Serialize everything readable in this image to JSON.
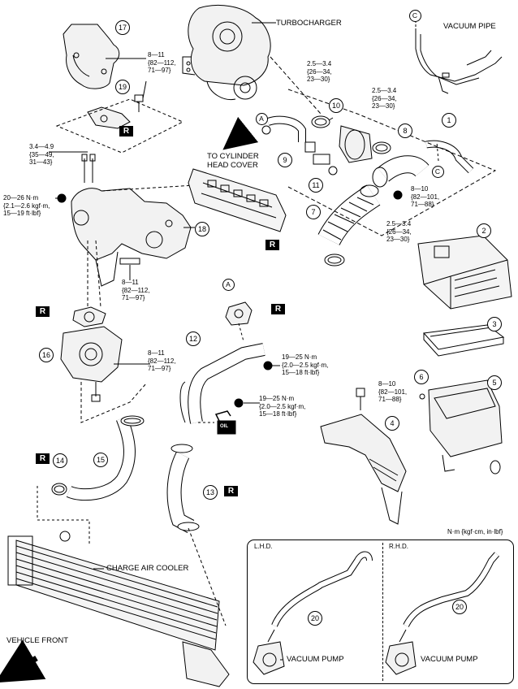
{
  "labels": {
    "turbocharger": "TURBOCHARGER",
    "vacuum_pipe": "VACUUM PIPE",
    "to_cylinder_head_cover": "TO CYLINDER\nHEAD COVER",
    "charge_air_cooler": "CHARGE AIR COOLER",
    "vehicle_front": "VEHICLE FRONT",
    "vacuum_pump_lhd": "VACUUM PUMP",
    "vacuum_pump_rhd": "VACUUM PUMP",
    "lhd": "L.H.D.",
    "rhd": "R.H.D.",
    "units": "N·m {kgf·cm, in·lbf}",
    "oil": "OIL"
  },
  "torques": {
    "t17": "8—11\n{82—112,\n71—97}",
    "t10a": "2.5—3.4\n{26—34,\n23—30}",
    "t10b": "2.5—3.4\n{26—34,\n23—30}",
    "t3449": "3.4—4.9\n{35—49,\n31—43}",
    "t2026": "20—26 N·m\n{2.1—2.6 kgf·m,\n15—19 ft·lbf}",
    "t8_10": "8—10\n{82—101,\n71—88}",
    "t7": "2.5—3.4\n{26—34,\n23—30}",
    "t18": "8—11\n{82—112,\n71—97}",
    "t16": "8—11\n{82—112,\n71—97}",
    "t12a": "19—25 N·m\n{2.0—2.5 kgf·m,\n15—18 ft·lbf}",
    "t12b": "19—25 N·m\n{2.0—2.5 kgf·m,\n15—18 ft·lbf}",
    "t4": "8—10\n{82—101,\n71—88}"
  },
  "callouts": {
    "n1": "1",
    "n2": "2",
    "n3": "3",
    "n4": "4",
    "n5": "5",
    "n6": "6",
    "n7": "7",
    "n8": "8",
    "n9": "9",
    "n10": "10",
    "n11": "11",
    "n12": "12",
    "n13": "13",
    "n14": "14",
    "n15": "15",
    "n16": "16",
    "n17": "17",
    "n18": "18",
    "n19": "19",
    "n20a": "20",
    "n20b": "20",
    "la1": "A",
    "la2": "A",
    "lc1": "C",
    "lc2": "C"
  },
  "replace_mark": "R"
}
